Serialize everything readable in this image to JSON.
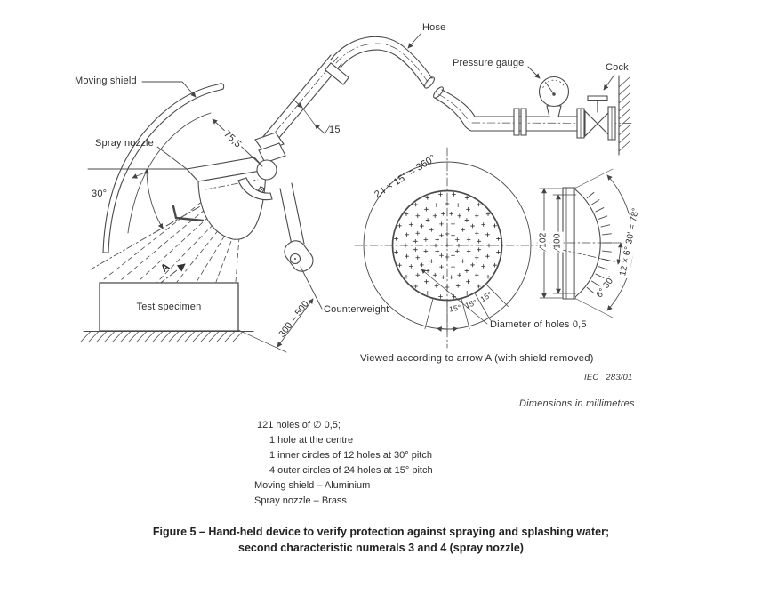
{
  "device_labels": {
    "moving_shield": "Moving shield",
    "spray_nozzle": "Spray nozzle",
    "hose": "Hose",
    "pressure_gauge": "Pressure gauge",
    "cock": "Cock",
    "test_specimen": "Test specimen",
    "counterweight": "Counterweight",
    "view_arrow": "A"
  },
  "dimensions": {
    "shield_radius": "75,5",
    "pipe_diameter": "∕15",
    "spray_angle": "30°",
    "specimen_distance": "300 – 500",
    "face_pitch_total": "24 × 15° = 360°",
    "face_pitch_segment": "15°",
    "hole_diameter_note": "Diameter of holes 0,5",
    "outer_diameter": "∕102",
    "inner_diameter": "∕100",
    "side_pitch_total": "12 × 6° 30' = 78°",
    "side_pitch_segment": "6° 30'"
  },
  "annotations": {
    "view_note": "Viewed according to arrow A (with shield removed)",
    "figure_ref": "IEC  283/01",
    "units_note": "Dimensions in millimetres"
  },
  "spec_notes": [
    "121 holes of ∅ 0,5;",
    "1 hole at the centre",
    "1 inner circles of 12 holes at 30° pitch",
    "4 outer circles of 24 holes at 15° pitch",
    "Moving shield – Aluminium",
    "Spray nozzle – Brass"
  ],
  "caption": {
    "line1": "Figure 5 – Hand-held device to verify protection against spraying and splashing water;",
    "line2": "second characteristic numerals 3 and 4 (spray nozzle)"
  }
}
